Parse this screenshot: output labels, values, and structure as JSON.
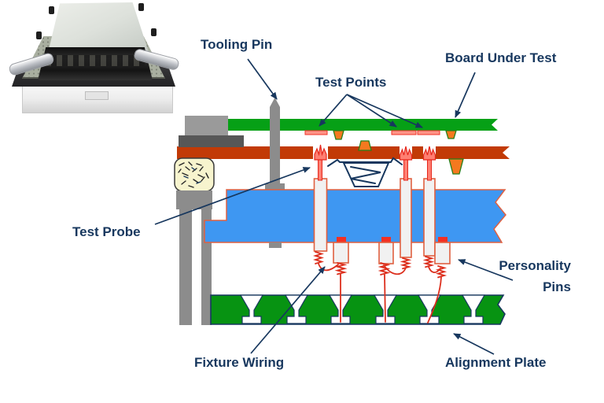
{
  "labels": {
    "tooling_pin": "Tooling Pin",
    "test_points": "Test Points",
    "board_under_test": "Board Under Test",
    "test_probe": "Test Probe",
    "personality_line1": "Personality",
    "personality_line2": "Pins",
    "fixture_wiring": "Fixture Wiring",
    "alignment_plate": "Alignment Plate"
  },
  "colors": {
    "navy": "#17375E",
    "board-green": "#06A016",
    "plate-green": "#079312",
    "bar-red": "#C23A06",
    "plate-blue": "#3E97F2",
    "probe-red": "#E5261B",
    "probe-fill": "#FF7F72",
    "body-fill": "#F1F1F1",
    "body-stroke": "#E06040",
    "cap-red": "#F33124",
    "wire-red": "#DC2F1D",
    "pad-fill": "#FF9488",
    "pad-stroke": "#F03328",
    "orange": "#F5791F",
    "orange-stroke": "#267F19",
    "gray": "#8C8C8C",
    "gray-light": "#9A9A9A",
    "gray-dark": "#575757",
    "blob-cream": "#F7F4CE"
  }
}
